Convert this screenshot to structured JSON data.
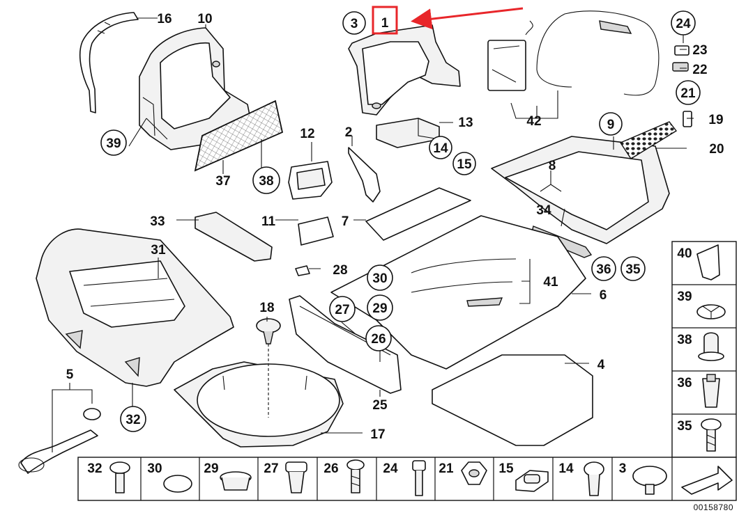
{
  "diagram": {
    "callouts": {
      "c1": "1",
      "c2": "2",
      "c3": "3",
      "c4": "4",
      "c5": "5",
      "c6": "6",
      "c7": "7",
      "c8": "8",
      "c9": "9",
      "c10": "10",
      "c11": "11",
      "c12": "12",
      "c13": "13",
      "c14": "14",
      "c15": "15",
      "c16": "16",
      "c17": "17",
      "c18": "18",
      "c19": "19",
      "c20": "20",
      "c21": "21",
      "c22": "22",
      "c23": "23",
      "c24": "24",
      "c25": "25",
      "c26": "26",
      "c27": "27",
      "c28": "28",
      "c29": "29",
      "c30": "30",
      "c31": "31",
      "c32": "32",
      "c33": "33",
      "c34": "34",
      "c35": "35",
      "c36": "36",
      "c37": "37",
      "c38": "38",
      "c39": "39",
      "c40": "40",
      "c41": "41",
      "c42": "42"
    },
    "bottom_strip": [
      "32",
      "30",
      "29",
      "27",
      "26",
      "24",
      "21",
      "15",
      "14",
      "3"
    ],
    "side_column": [
      "40",
      "39",
      "38",
      "36",
      "35"
    ],
    "highlight_color": "#e8262a",
    "doc_code": "00158780"
  }
}
